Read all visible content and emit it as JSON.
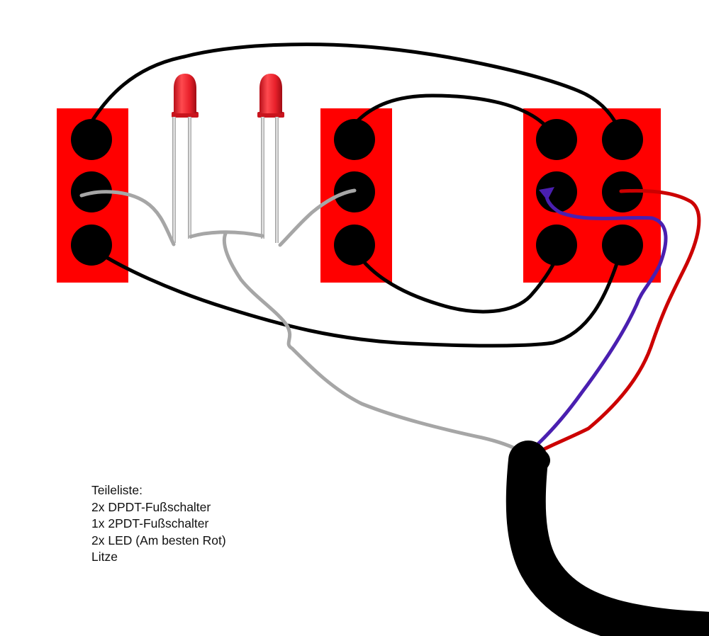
{
  "colors": {
    "background": "#ffffff",
    "switch_body": "#ff0000",
    "terminal": "#000000",
    "wire_black": "#000000",
    "wire_gray": "#a6a6a6",
    "wire_red": "#cc0000",
    "wire_purple": "#4a1fb0",
    "led_red": "#e8202a",
    "led_lead": "#c9c9c9",
    "cable": "#000000"
  },
  "components": {
    "switches": [
      {
        "name": "left-switch",
        "terminal_count": 3
      },
      {
        "name": "middle-switch",
        "terminal_count": 3
      },
      {
        "name": "right-switch",
        "terminal_count": 6
      }
    ],
    "leds": [
      {
        "name": "left-led",
        "color": "red"
      },
      {
        "name": "right-led",
        "color": "red"
      }
    ],
    "cable": {
      "name": "output-cable",
      "icon": "cable-icon"
    }
  },
  "parts_list": {
    "heading": "Teileliste:",
    "items": [
      "2x DPDT-Fußschalter",
      "1x 2PDT-Fußschalter",
      "2x LED (Am besten Rot)",
      "Litze"
    ]
  }
}
